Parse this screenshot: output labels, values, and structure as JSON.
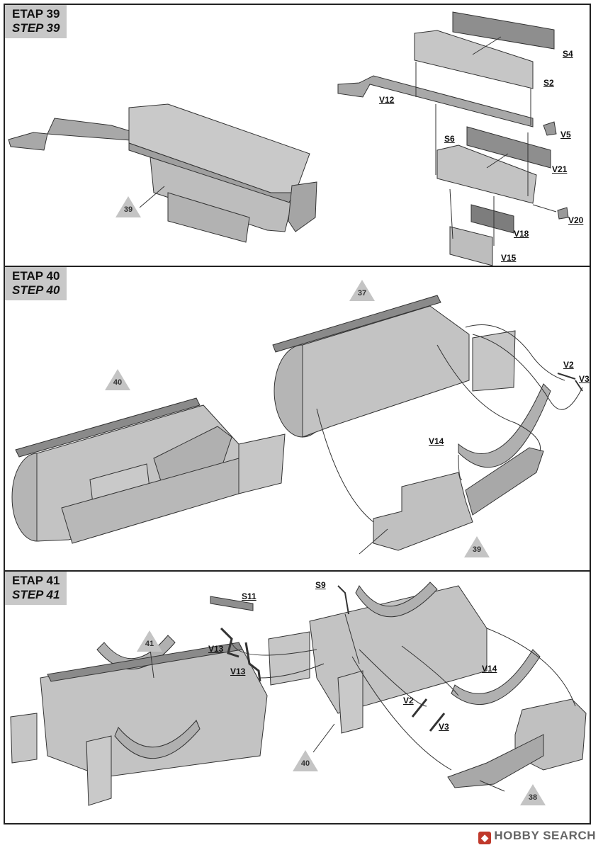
{
  "steps": [
    {
      "etap": "ETAP 39",
      "step": "STEP 39",
      "callout": "39",
      "parts": [
        "S4",
        "S2",
        "V12",
        "V5",
        "S6",
        "V21",
        "V20",
        "V18",
        "V15"
      ]
    },
    {
      "etap": "ETAP 40",
      "step": "STEP 40",
      "callouts": [
        "40",
        "37",
        "39"
      ],
      "parts": [
        "V2",
        "V3",
        "V14"
      ]
    },
    {
      "etap": "ETAP 41",
      "step": "STEP 41",
      "callouts": [
        "41",
        "40",
        "38"
      ],
      "parts": [
        "S11",
        "S9",
        "V13",
        "V13",
        "V14",
        "V2",
        "V3"
      ]
    }
  ],
  "watermark": "HOBBY SEARCH",
  "colors": {
    "part_fill": "#bdbdbd",
    "part_dark": "#9a9a9a",
    "part_light": "#d4d4d4",
    "header_bg": "#c8c8c8",
    "callout_bg": "#c4c4c4",
    "outline": "#333333"
  }
}
